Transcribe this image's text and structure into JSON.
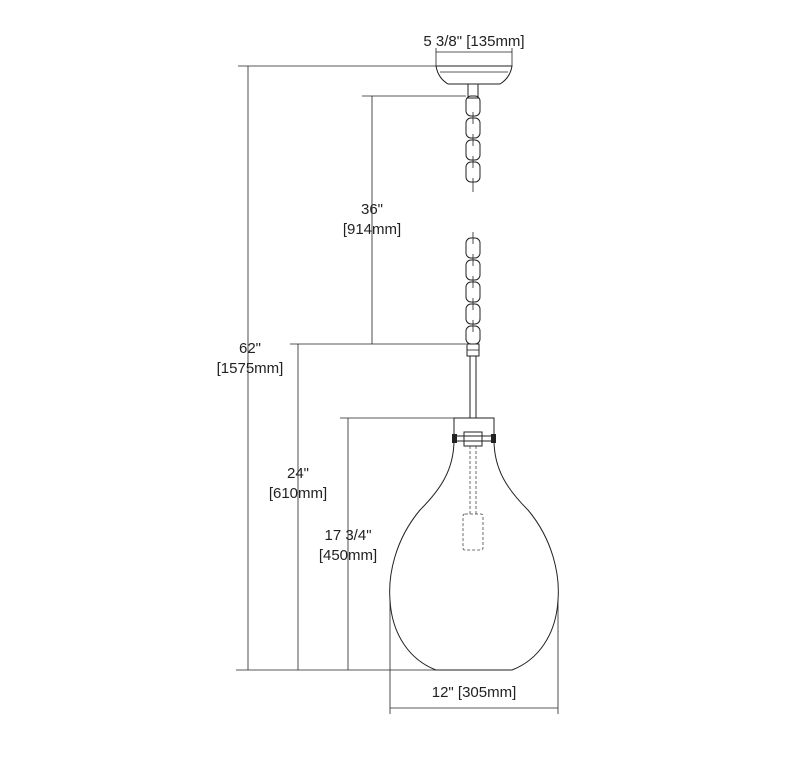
{
  "dimensions": {
    "canopy_width": "5 3/8\" [135mm]",
    "chain_length_in": "36\"",
    "chain_length_mm": "[914mm]",
    "overall_height_in": "62\"",
    "overall_height_mm": "[1575mm]",
    "fixture_height_in": "24\"",
    "fixture_height_mm": "[610mm]",
    "shade_height_in": "17 3/4\"",
    "shade_height_mm": "[450mm]",
    "shade_width": "12\" [305mm]"
  }
}
